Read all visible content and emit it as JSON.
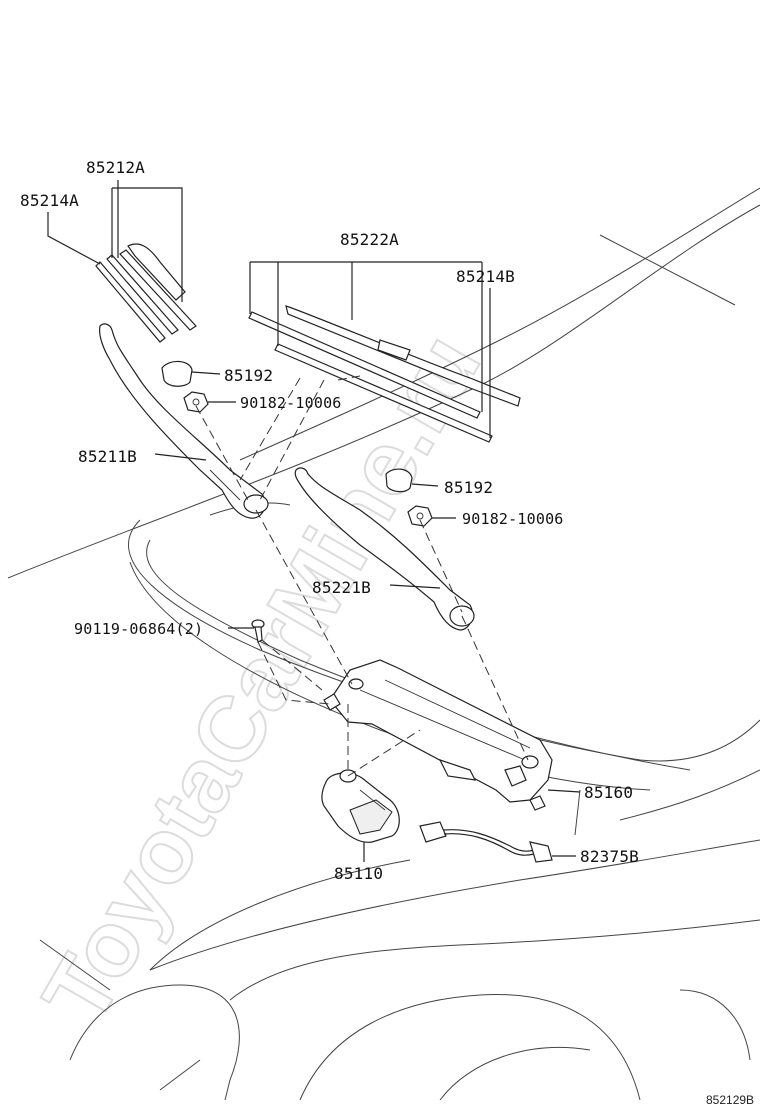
{
  "watermark": "ToyotaCarMine.ru",
  "diagram_code": "852129B",
  "labels": {
    "wiper_blade_lh": "85212A",
    "blade_rubber_lh": "85214A",
    "wiper_blade_rh": "85222A",
    "blade_rubber_rh": "85214B",
    "cap_upper": "85192",
    "nut_upper": "90182-10006",
    "arm_lh": "85211B",
    "cap_lower": "85192",
    "nut_lower": "90182-10006",
    "arm_rh": "85221B",
    "bolt": "90119-06864(2)",
    "link_assy": "85160",
    "motor": "85110",
    "connector": "82375B"
  }
}
